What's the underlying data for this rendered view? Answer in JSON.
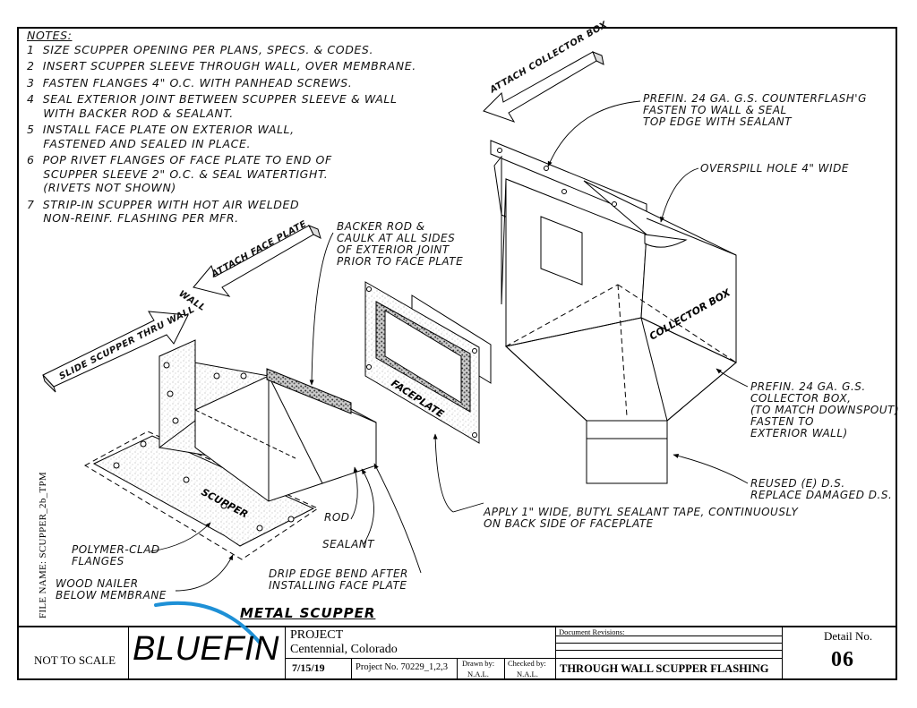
{
  "file_name": "FILE NAME: SCUPPER_2b_TPM",
  "notes": {
    "title": "NOTES:",
    "items": [
      "1  SIZE SCUPPER OPENING PER PLANS, SPECS. & CODES.",
      "2  INSERT SCUPPER SLEEVE THROUGH WALL, OVER MEMBRANE.",
      "3  FASTEN FLANGES 4\" O.C. WITH PANHEAD SCREWS.",
      "4  SEAL EXTERIOR JOINT BETWEEN SCUPPER SLEEVE & WALL\n    WITH BACKER ROD & SEALANT.",
      "5  INSTALL FACE PLATE ON EXTERIOR WALL,\n    FASTENED AND SEALED IN PLACE.",
      "6  POP RIVET FLANGES OF FACE PLATE TO END OF\n    SCUPPER SLEEVE 2\" O.C. & SEAL WATERTIGHT.\n    (RIVETS NOT SHOWN)",
      "7  STRIP-IN SCUPPER WITH HOT AIR WELDED\n    NON-REINF. FLASHING PER MFR."
    ]
  },
  "arrows": {
    "attach_collector_box": "ATTACH COLLECTOR BOX",
    "attach_face_plate": "ATTACH FACE PLATE",
    "slide_scupper": "SLIDE SCUPPER THRU WALL",
    "wall": "WALL"
  },
  "callouts": {
    "counterflashing": "PREFIN. 24 GA. G.S. COUNTERFLASH'G\nFASTEN TO WALL & SEAL\nTOP EDGE WITH SEALANT",
    "overspill": "OVERSPILL HOLE 4\" WIDE",
    "backer_rod": "BACKER ROD &\nCAULK AT ALL SIDES\nOF EXTERIOR JOINT\nPRIOR TO FACE PLATE",
    "collector_box_callout": "PREFIN. 24 GA. G.S.\nCOLLECTOR BOX,\n(TO MATCH DOWNSPOUT)\nFASTEN TO\nEXTERIOR WALL)",
    "reused_ds": "REUSED (E) D.S.\nREPLACE DAMAGED D.S.",
    "butyl_tape": "APPLY 1\" WIDE, BUTYL SEALANT TAPE, CONTINUOUSLY\nON BACK SIDE OF FACEPLATE",
    "rod": "ROD",
    "sealant": "SEALANT",
    "drip_edge": "DRIP EDGE BEND AFTER\nINSTALLING FACE PLATE",
    "polymer_flanges": "POLYMER-CLAD\nFLANGES",
    "wood_nailer": "WOOD NAILER\nBELOW MEMBRANE"
  },
  "parts": {
    "scupper": "SCUPPER",
    "faceplate": "FACEPLATE",
    "collector_box": "COLLECTOR BOX"
  },
  "title_block": {
    "drawing_title": "METAL SCUPPER",
    "scale": "NOT TO SCALE",
    "logo": "BLUEFIN",
    "project_label": "PROJECT",
    "location": "Centennial, Colorado",
    "date": "7/15/19",
    "project_no": "Project No. 70229_1,2,3",
    "drawn_by_label": "Drawn by:",
    "drawn_by": "N.A.L.",
    "checked_by_label": "Checked by:",
    "checked_by": "N.A.L.",
    "revisions_label": "Document Revisions:",
    "sheet_title": "THROUGH WALL SCUPPER FLASHING",
    "detail_label": "Detail No.",
    "detail_no": "06"
  },
  "colors": {
    "logo_swoosh": "#1e90d6",
    "ink": "#000000"
  }
}
